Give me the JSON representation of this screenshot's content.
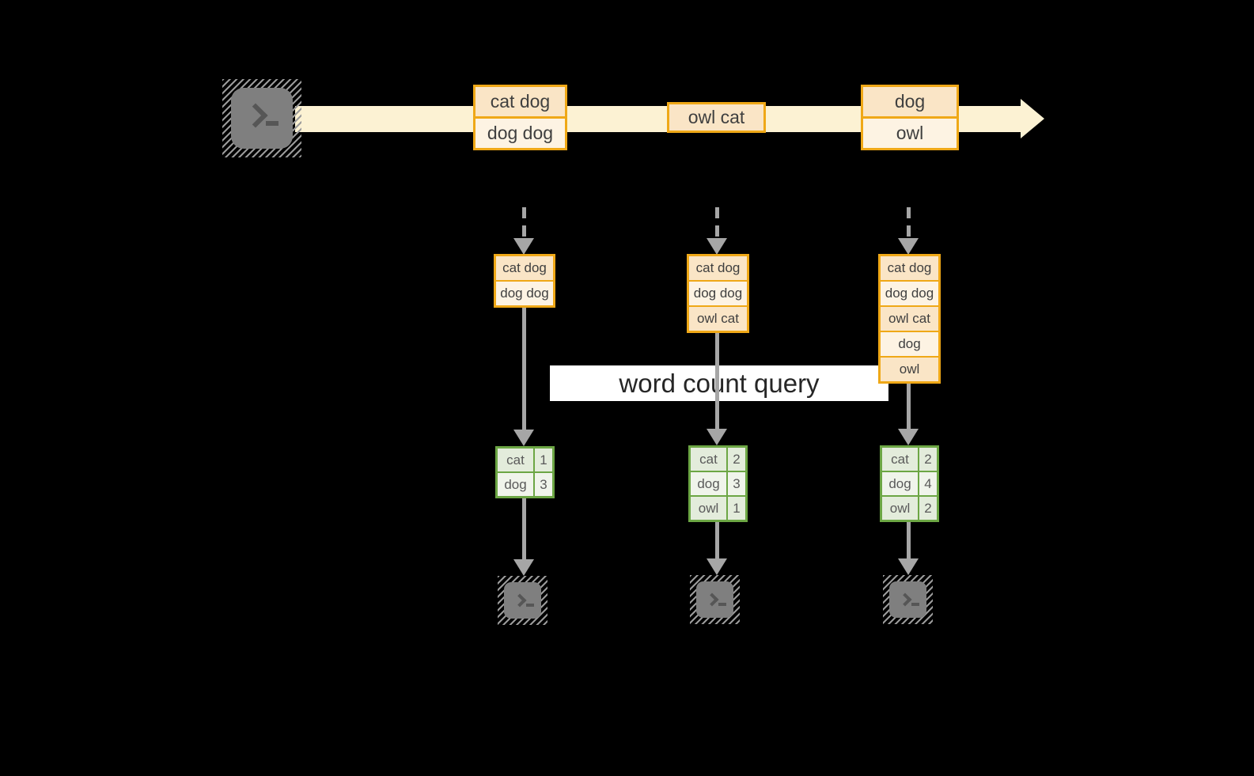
{
  "query": {
    "label": "word count query"
  },
  "stream": {
    "batches": [
      {
        "rows": [
          "cat dog",
          "dog dog"
        ]
      },
      {
        "rows": [
          "owl cat"
        ]
      },
      {
        "rows": [
          "dog",
          "owl"
        ]
      }
    ]
  },
  "columns": [
    {
      "buffer": [
        "cat dog",
        "dog dog"
      ],
      "counts": [
        {
          "word": "cat",
          "value": "1"
        },
        {
          "word": "dog",
          "value": "3"
        }
      ]
    },
    {
      "buffer": [
        "cat dog",
        "dog dog",
        "owl cat"
      ],
      "counts": [
        {
          "word": "cat",
          "value": "2"
        },
        {
          "word": "dog",
          "value": "3"
        },
        {
          "word": "owl",
          "value": "1"
        }
      ]
    },
    {
      "buffer": [
        "cat dog",
        "dog dog",
        "owl cat",
        "dog",
        "owl"
      ],
      "counts": [
        {
          "word": "cat",
          "value": "2"
        },
        {
          "word": "dog",
          "value": "4"
        },
        {
          "word": "owl",
          "value": "2"
        }
      ]
    }
  ],
  "icons": {
    "source": "terminal-icon",
    "sink": "terminal-icon"
  },
  "colors": {
    "background": "#000000",
    "orange_border": "#efa817",
    "peach_dark": "#fae5c6",
    "peach_light": "#fdf3e3",
    "timeline_band": "#fcf2d3",
    "green_border": "#6ca644",
    "green_cell_dark": "#e3ecdb",
    "green_cell_light": "#f0f4eb",
    "arrow_gray": "#a6a6a6",
    "icon_gray": "#7f7f7f",
    "query_background": "#ffffff",
    "query_text": "#262626",
    "box_text": "#3f3f3f",
    "table_text": "#5a5a5a"
  }
}
